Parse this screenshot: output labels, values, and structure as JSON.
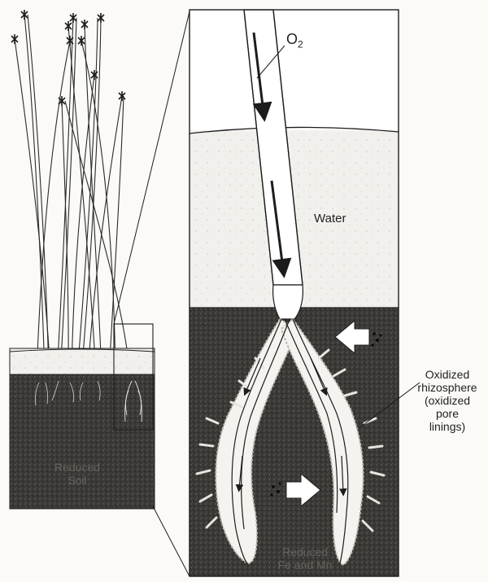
{
  "labels": {
    "o2": "O",
    "o2_sub": "2",
    "water": "Water",
    "oxidized_rhizosphere": [
      "Oxidized",
      "rhizosphere",
      "(oxidized",
      "pore",
      "linings)"
    ],
    "reduced_soil_left": [
      "Reduced",
      "Soil"
    ],
    "reduced_fe_mn": [
      "Reduced",
      "Fe and Mn"
    ]
  },
  "colors": {
    "soil": "#3b3836",
    "water": "#f2f0ec",
    "root_fill": "#f4f3ef",
    "line": "#1c1c1c",
    "arrow_fill": "#ffffff"
  }
}
